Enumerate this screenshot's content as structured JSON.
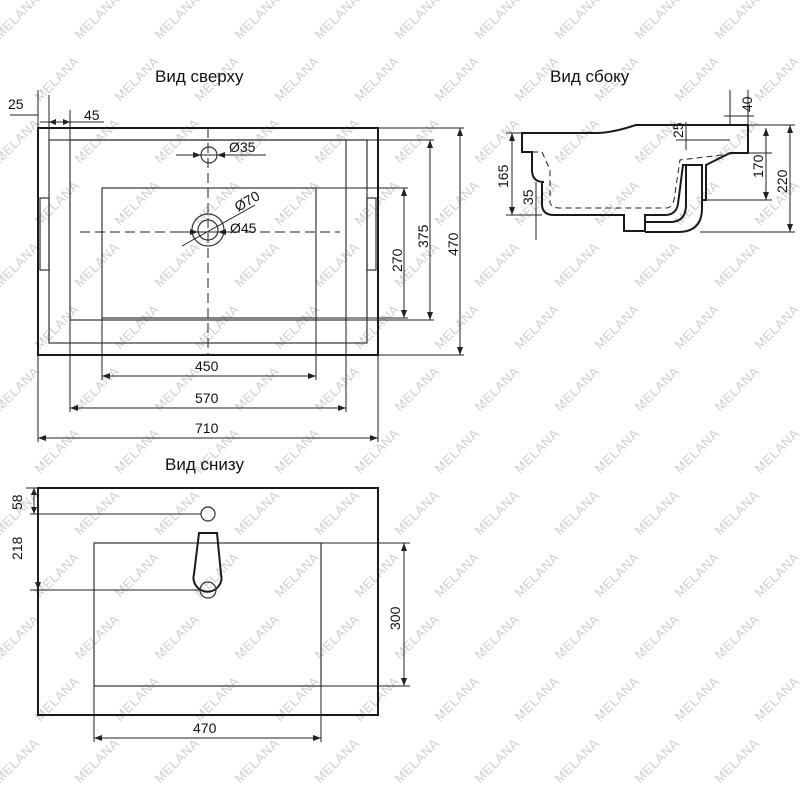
{
  "watermark": "MELANA",
  "views": {
    "top": {
      "title": "Вид сверху",
      "dims": {
        "offset_left": "25",
        "offset_inner": "45",
        "tap_hole": "Ø35",
        "drain_outer": "Ø70",
        "drain_inner": "Ø45",
        "bowl_depth": "270",
        "inner_depth": "375",
        "overall_depth": "470",
        "bowl_width": "450",
        "inner_width": "570",
        "overall_width": "710"
      }
    },
    "side": {
      "title": "Вид сбоку",
      "dims": {
        "lip": "40",
        "step": "25",
        "height_165": "165",
        "height_35": "35",
        "height_170": "170",
        "height_220": "220"
      }
    },
    "bottom": {
      "title": "Вид снизу",
      "dims": {
        "hole_offset": "58",
        "drain_offset": "218",
        "cutout_depth": "300",
        "cutout_width": "470"
      }
    }
  }
}
